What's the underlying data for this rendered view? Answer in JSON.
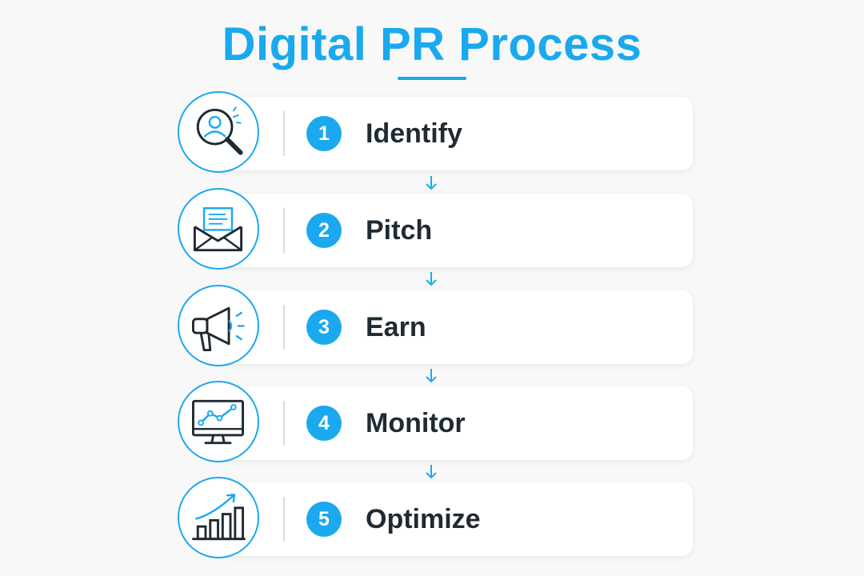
{
  "title": "Digital PR Process",
  "colors": {
    "accent": "#1aa9ef",
    "text": "#1f2a33",
    "background": "#f8f8f8"
  },
  "steps": [
    {
      "number": "1",
      "label": "Identify",
      "icon": "search-person-icon"
    },
    {
      "number": "2",
      "label": "Pitch",
      "icon": "envelope-icon"
    },
    {
      "number": "3",
      "label": "Earn",
      "icon": "megaphone-icon"
    },
    {
      "number": "4",
      "label": "Monitor",
      "icon": "monitor-chart-icon"
    },
    {
      "number": "5",
      "label": "Optimize",
      "icon": "growth-chart-icon"
    }
  ]
}
